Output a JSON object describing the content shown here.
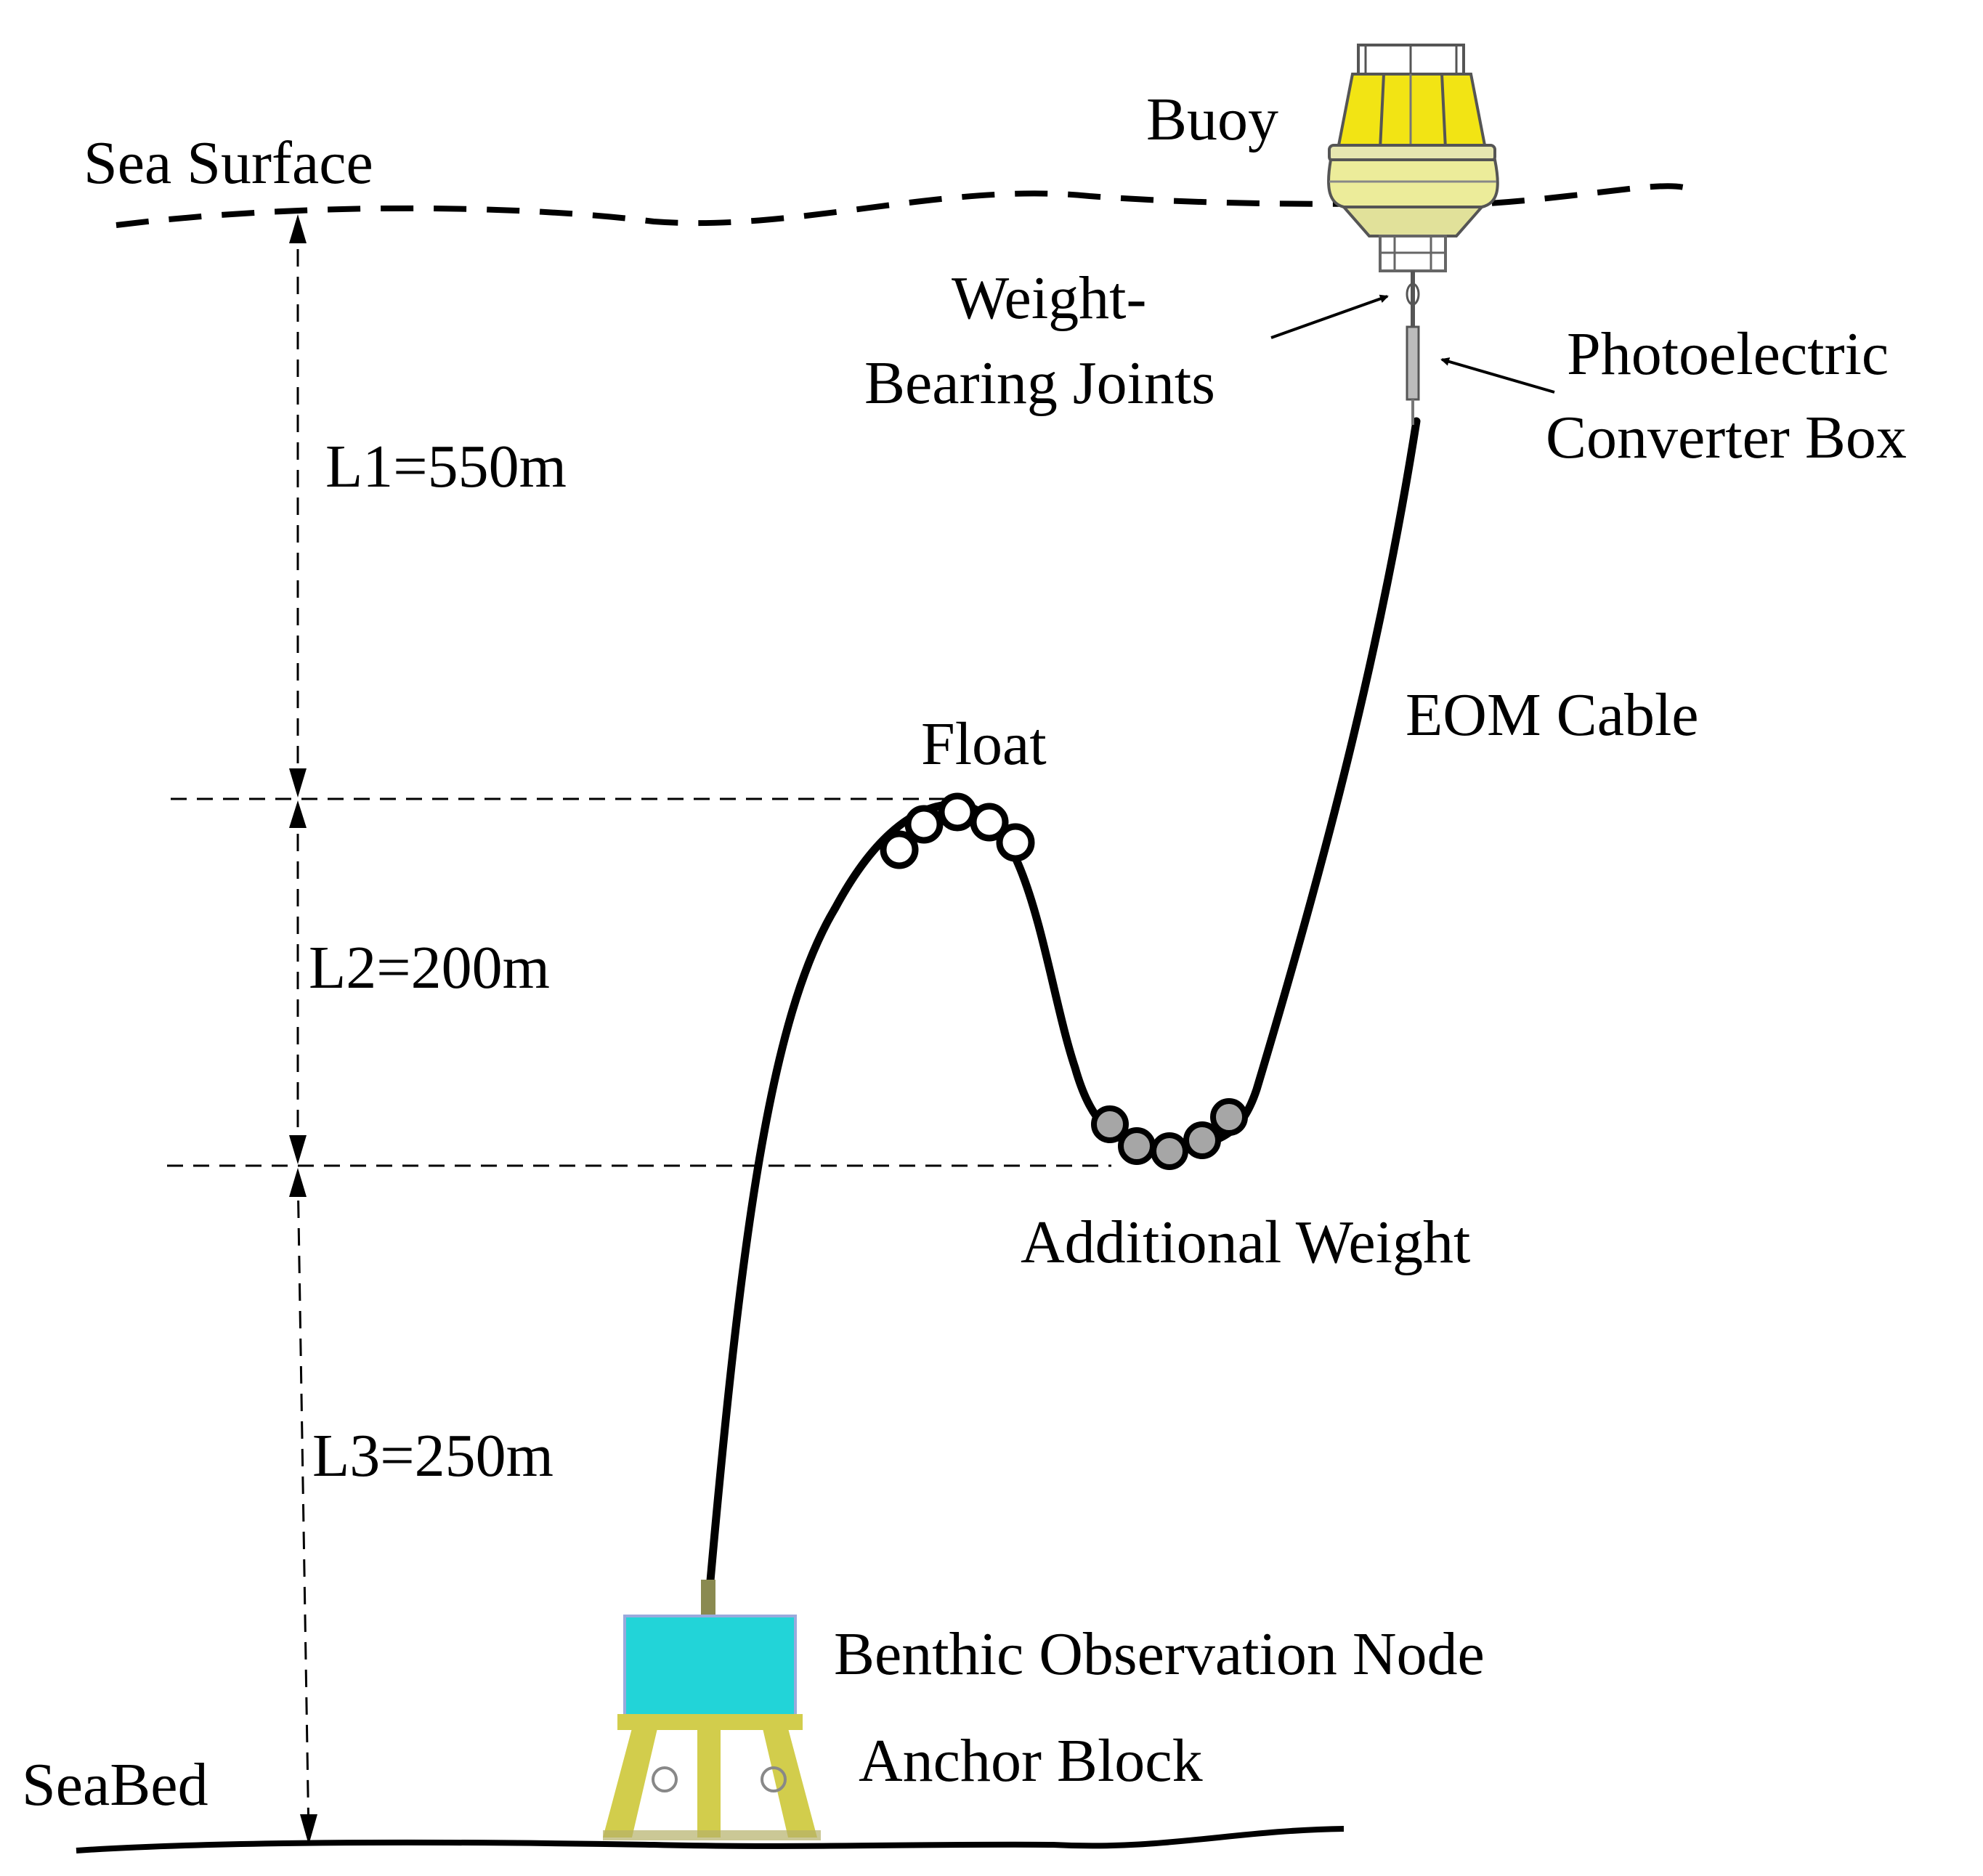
{
  "labels": {
    "sea_surface": "Sea Surface",
    "buoy": "Buoy",
    "weight_bearing_line1": "Weight-",
    "weight_bearing_line2": "Bearing Joints",
    "photo_line1": "Photoelectric",
    "photo_line2": "Converter Box",
    "l1": "L1=550m",
    "l2": "L2=200m",
    "l3": "L3=250m",
    "eom_cable": "EOM Cable",
    "float": "Float",
    "additional_weight": "Additional Weight",
    "benthic_node": "Benthic Observation Node",
    "anchor_block": "Anchor Block",
    "seabed": "SeaBed"
  },
  "colors": {
    "buoy_body": "#ecec9a",
    "buoy_panel": "#f2e414",
    "node_box": "#22d4d8",
    "anchor_frame": "#d2cd4c",
    "weight_fill": "#a6a6a6",
    "float_fill": "#ffffff"
  }
}
